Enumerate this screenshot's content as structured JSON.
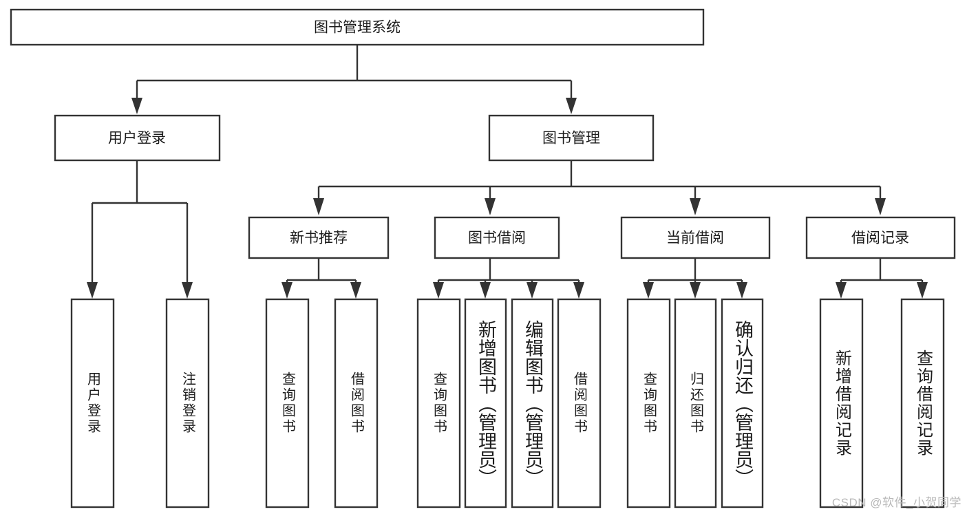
{
  "diagram": {
    "title": "图书管理系统",
    "type": "hierarchy-tree",
    "orientation": "top-down",
    "levels": 4,
    "root": {
      "id": "root",
      "label": "图书管理系统",
      "text_orientation": "horizontal"
    },
    "level1": [
      {
        "id": "user-login",
        "label": "用户登录",
        "text_orientation": "horizontal"
      },
      {
        "id": "book-manage",
        "label": "图书管理",
        "text_orientation": "horizontal"
      }
    ],
    "level2": [
      {
        "id": "new-book-recommend",
        "label": "新书推荐",
        "parent": "book-manage",
        "text_orientation": "horizontal"
      },
      {
        "id": "book-borrow",
        "label": "图书借阅",
        "parent": "book-manage",
        "text_orientation": "horizontal"
      },
      {
        "id": "current-borrow",
        "label": "当前借阅",
        "parent": "book-manage",
        "text_orientation": "horizontal"
      },
      {
        "id": "borrow-record",
        "label": "借阅记录",
        "parent": "book-manage",
        "text_orientation": "horizontal"
      }
    ],
    "leaves": [
      {
        "id": "leaf-user-login",
        "label": "用户登录",
        "parent": "user-login",
        "text_orientation": "vertical"
      },
      {
        "id": "leaf-user-logout",
        "label": "注销登录",
        "parent": "user-login",
        "text_orientation": "vertical"
      },
      {
        "id": "leaf-query-book-1",
        "label": "查询图书",
        "parent": "new-book-recommend",
        "text_orientation": "vertical"
      },
      {
        "id": "leaf-borrow-book-1",
        "label": "借阅图书",
        "parent": "new-book-recommend",
        "text_orientation": "vertical"
      },
      {
        "id": "leaf-query-book-2",
        "label": "查询图书",
        "parent": "book-borrow",
        "text_orientation": "vertical"
      },
      {
        "id": "leaf-add-book",
        "label": "新增图书（管理员）",
        "parent": "book-borrow",
        "text_orientation": "vertical"
      },
      {
        "id": "leaf-edit-book",
        "label": "编辑图书（管理员）",
        "parent": "book-borrow",
        "text_orientation": "vertical"
      },
      {
        "id": "leaf-borrow-book-2",
        "label": "借阅图书",
        "parent": "book-borrow",
        "text_orientation": "vertical"
      },
      {
        "id": "leaf-query-book-3",
        "label": "查询图书",
        "parent": "current-borrow",
        "text_orientation": "vertical"
      },
      {
        "id": "leaf-return-book",
        "label": "归还图书",
        "parent": "current-borrow",
        "text_orientation": "vertical"
      },
      {
        "id": "leaf-confirm-return",
        "label": "确认归还（管理员）",
        "parent": "current-borrow",
        "text_orientation": "vertical"
      },
      {
        "id": "leaf-add-record",
        "label": "新增借阅记录",
        "parent": "borrow-record",
        "text_orientation": "vertical"
      },
      {
        "id": "leaf-query-record",
        "label": "查询借阅记录",
        "parent": "borrow-record",
        "text_orientation": "vertical"
      }
    ],
    "colors": {
      "box_fill": "#ffffff",
      "box_stroke": "#333333",
      "text": "#1c1c1c",
      "background": "#ffffff",
      "watermark": "#b9b9b9"
    }
  },
  "watermark": {
    "text": "CSDN @软件_小贺同学"
  }
}
